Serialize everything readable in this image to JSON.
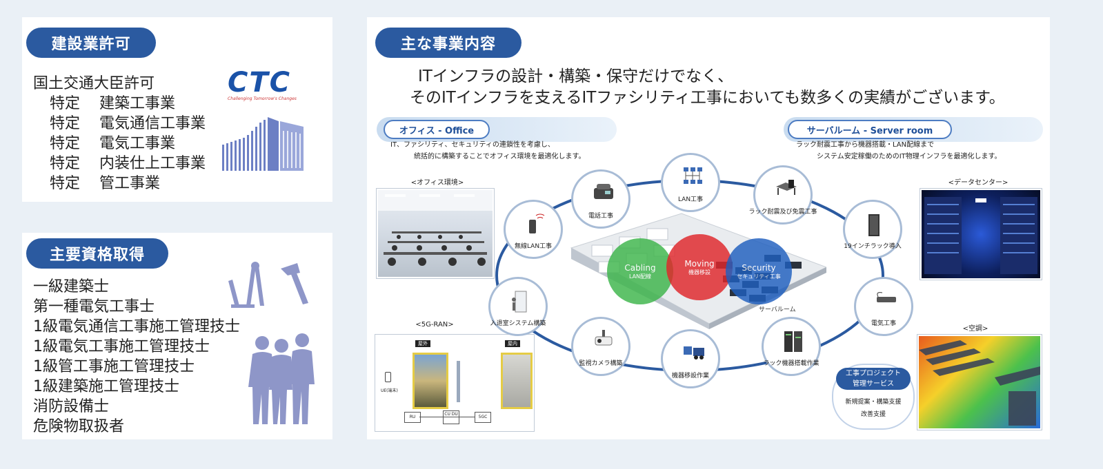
{
  "left_top": {
    "title": "建設業許可",
    "license_heading": "国土交通大臣許可",
    "licenses": [
      {
        "grade": "特定",
        "name": "建築工事業"
      },
      {
        "grade": "特定",
        "name": "電気通信工事業"
      },
      {
        "grade": "特定",
        "name": "電気工事業"
      },
      {
        "grade": "特定",
        "name": "内装仕上工事業"
      },
      {
        "grade": "特定",
        "name": "管工事業"
      }
    ],
    "logo_text": "CTC",
    "logo_tagline": "Challenging Tomorrow's Changes"
  },
  "left_bottom": {
    "title": "主要資格取得",
    "qualifications": [
      "一級建築士",
      "第一種電気工事士",
      "1級電気通信工事施工管理技士",
      "1級電気工事施工管理技士",
      "1級管工事施工管理技士",
      "1級建築施工管理技士",
      "消防設備士",
      "危険物取扱者"
    ]
  },
  "main": {
    "title": "主な事業内容",
    "headline": [
      "ITインフラの設計・構築・保守だけでなく、",
      "そのITインフラを支えるITファシリティ工事においても数多くの実績がございます。"
    ],
    "office": {
      "title": "オフィス - Office",
      "desc": [
        "IT、ファシリティ、セキュリティの連鎖性を考慮し、",
        "統括的に構築することでオフィス環境を最適化します。"
      ],
      "photo_label": "<オフィス環境>"
    },
    "server": {
      "title": "サーバルーム - Server room",
      "desc": [
        "ラック耐震工事から機器搭載・LAN配線まで",
        "システム安定稼働のためのIT物理インフラを最適化します。"
      ],
      "photo_label": "<データセンター>"
    },
    "ran": {
      "label": "<5G-RAN>",
      "outdoor": "屋外",
      "indoor": "屋内",
      "ue": "UE(端末)",
      "ru": "RU",
      "cudu": "CU DU",
      "core": "5GC"
    },
    "aircon_label": "<空調>",
    "nodes": {
      "phone": "電話工事",
      "lan": "LAN工事",
      "rack_seismic": "ラック耐震及び免震工事",
      "wlan": "無線LAN工事",
      "rack_intro": "19インチラック導入",
      "access": "入退室システム構築",
      "electric": "電気工事",
      "camera": "監視カメラ構築",
      "move": "機器移設作業",
      "rack_mount": "ラック機器搭載作業"
    },
    "circles": {
      "cabling": "Cabling",
      "cabling_sub": "LAN配線",
      "moving": "Moving",
      "moving_sub": "機器移設",
      "security": "Security",
      "security_sub": "セキュリティ工事"
    },
    "server_floor_label": "サーバルーム",
    "pm": {
      "title_lines": [
        "工事プロジェクト",
        "管理サービス"
      ],
      "items": [
        "新規提案・構築支援",
        "改善支援"
      ]
    }
  },
  "colors": {
    "accent": "#2b5aa0",
    "cabling": "#3cb54a",
    "moving": "#e0262a",
    "security": "#1f5fbf"
  }
}
